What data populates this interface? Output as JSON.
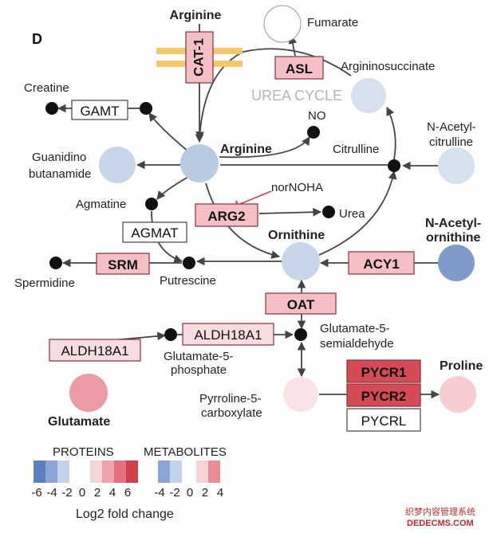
{
  "panel_label": "D",
  "colors": {
    "neutral_blue": "#b9cbe2",
    "pale_blue": "#d7e1ee",
    "medium_blue": "#7f9bca",
    "pale_pink": "#f7dde0",
    "light_pink": "#f4c0c5",
    "medium_red": "#e3737e",
    "dark_red": "#d44b56",
    "enzyme_fill": "#f4c0c5",
    "enzyme_border": "#8a2f3a",
    "transporter": "#f4c86a"
  },
  "labels": {
    "arginine_top": "Arginine",
    "fumarate": "Fumarate",
    "argininosuccinate": "Argininosuccinate",
    "urea_cycle": "UREA CYCLE",
    "creatine": "Creatine",
    "no": "NO",
    "n_acetylcitrulline_1": "N-Acetyl-",
    "n_acetylcitrulline_2": "citrulline",
    "guanidino_1": "Guanidino",
    "guanidino_2": "butanamide",
    "arginine_center": "Arginine",
    "citrulline": "Citrulline",
    "nornoha": "norNOHA",
    "agmatine": "Agmatine",
    "urea": "Urea",
    "n_acetylornithine_1": "N-Acetyl-",
    "n_acetylornithine_2": "ornithine",
    "ornithine": "Ornithine",
    "spermidine": "Spermidine",
    "putrescine": "Putrescine",
    "glutamate_semialdehyde_1": "Glutamate-5-",
    "glutamate_semialdehyde_2": "semialdehyde",
    "glutamate_phosphate_1": "Glutamate-5-",
    "glutamate_phosphate_2": "phosphate",
    "proline": "Proline",
    "pyrroline_1": "Pyrroline-5-",
    "pyrroline_2": "carboxylate",
    "glutamate": "Glutamate"
  },
  "enzymes": {
    "cat1": "CAT-1",
    "asl": "ASL",
    "gamt": "GAMT",
    "arg2": "ARG2",
    "agmat": "AGMAT",
    "srm": "SRM",
    "acy1": "ACY1",
    "oat": "OAT",
    "aldh18a1_right": "ALDH18A1",
    "aldh18a1_left": "ALDH18A1",
    "pycr1": "PYCR1",
    "pycr2": "PYCR2",
    "pycrl": "PYCRL"
  },
  "legend": {
    "proteins_title": "PROTEINS",
    "metabolites_title": "METABOLITES",
    "protein_ticks": [
      "-6",
      "-4",
      "-2",
      "0",
      "2",
      "4",
      "6"
    ],
    "metabolite_ticks": [
      "-4",
      "-2",
      "0",
      "2",
      "4"
    ],
    "caption": "Log2 fold change",
    "protein_colors": [
      "#5b80c0",
      "#8aa6d2",
      "#c3d3ea",
      "#f6d4d8",
      "#eea3ab",
      "#e3707c",
      "#cf3f4c"
    ],
    "metabolite_colors": [
      "#8aa6d2",
      "#c3d3ea",
      "#f6d4d8",
      "#ea8c96"
    ]
  },
  "watermark": {
    "line1": "织梦内容管理系统",
    "line2": "DEDECMS.COM"
  }
}
